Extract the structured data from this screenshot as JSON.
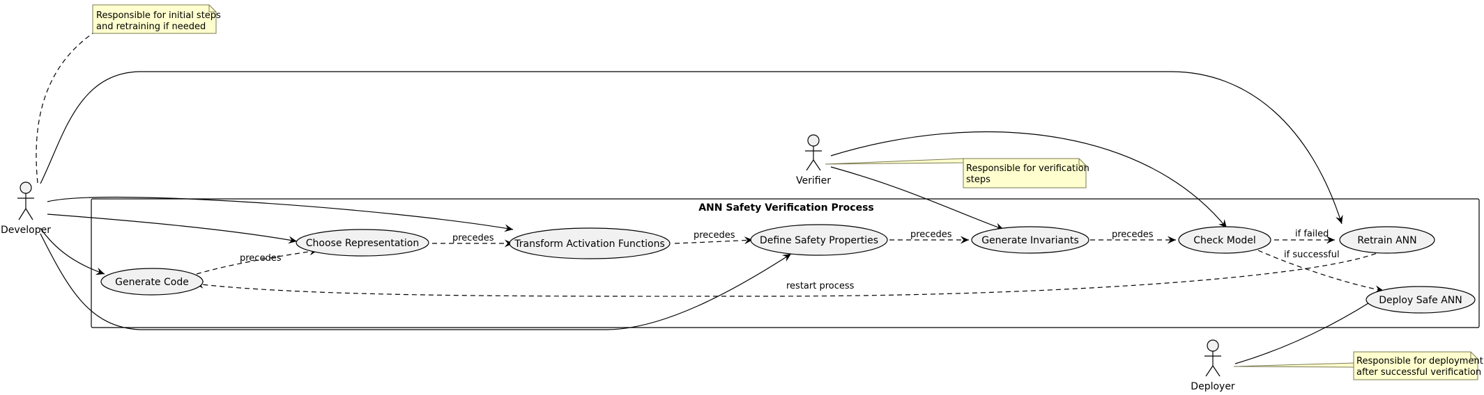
{
  "diagram": {
    "boundary_title": "ANN Safety Verification Process",
    "actors": {
      "developer": "Developer",
      "verifier": "Verifier",
      "deployer": "Deployer"
    },
    "usecases": {
      "generate_code": "Generate Code",
      "choose_representation": "Choose Representation",
      "transform_activation": "Transform Activation Functions",
      "define_safety": "Define Safety Properties",
      "generate_invariants": "Generate Invariants",
      "check_model": "Check Model",
      "retrain_ann": "Retrain ANN",
      "deploy_safe_ann": "Deploy Safe ANN"
    },
    "edge_labels": {
      "precedes_1": "precedes",
      "precedes_2": "precedes",
      "precedes_3": "precedes",
      "precedes_4": "precedes",
      "precedes_5": "precedes",
      "if_failed": "if failed",
      "if_successful": "if successful",
      "restart_process": "restart process"
    },
    "notes": {
      "developer_line1": "Responsible for initial steps",
      "developer_line2": "and retraining if needed",
      "verifier_line1": "Responsible for verification",
      "verifier_line2": "steps",
      "deployer_line1": "Responsible for deployment",
      "deployer_line2": "after successful verification"
    }
  }
}
